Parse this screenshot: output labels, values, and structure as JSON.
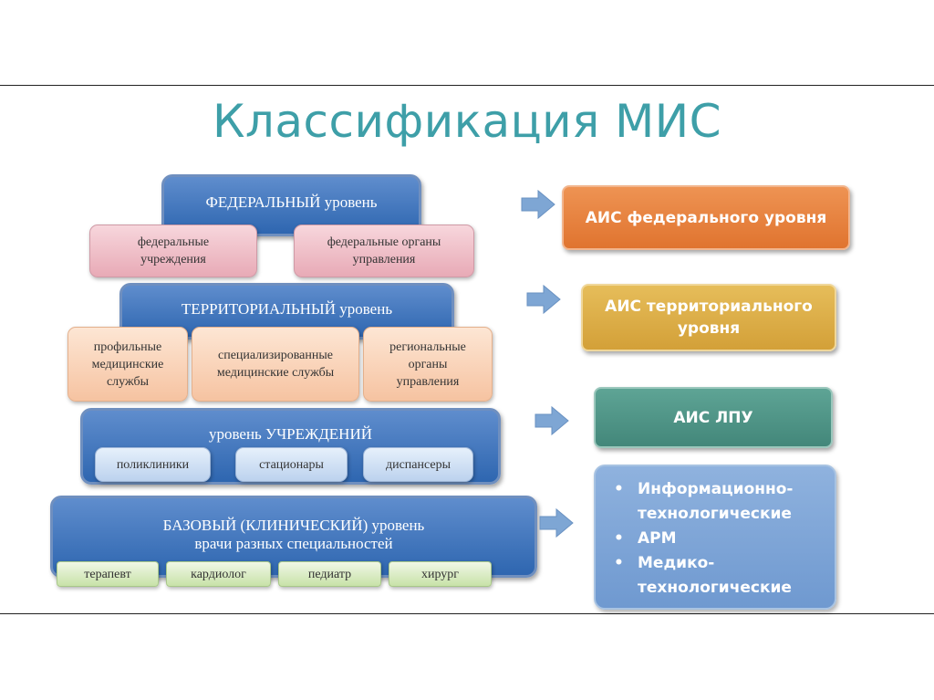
{
  "title": "Классификация МИС",
  "levels": {
    "federal": {
      "label": "ФЕДЕРАЛЬНЫЙ уровень",
      "items": [
        "федеральные учреждения",
        "федеральные органы управления"
      ]
    },
    "territorial": {
      "label": "ТЕРРИТОРИАЛЬНЫЙ уровень",
      "items": [
        "профильные медицинские службы",
        "специализированные медицинские службы",
        "региональные органы управления"
      ]
    },
    "institutions": {
      "label": "уровень УЧРЕЖДЕНИЙ",
      "items": [
        "поликлиники",
        "стационары",
        "диспансеры"
      ]
    },
    "basic": {
      "label_line1": "БАЗОВЫЙ (КЛИНИЧЕСКИЙ) уровень",
      "label_line2": "врачи разных специальностей",
      "items": [
        "терапевт",
        "кардиолог",
        "педиатр",
        "хирург"
      ]
    }
  },
  "ais": {
    "federal": "АИС федерального уровня",
    "territorial": "АИС территориального уровня",
    "lpu": "АИС ЛПУ",
    "list": [
      "Информационно-технологические",
      "АРМ",
      "Медико-технологические"
    ]
  },
  "colors": {
    "title": "#3e9fa8",
    "level_fill": "#4a7cc2",
    "ais_federal": "#e8813f",
    "ais_territorial": "#dcae45",
    "ais_lpu": "#4f9586",
    "ais_list": "#7fa6d8",
    "arrow": "#7ea6d4"
  }
}
